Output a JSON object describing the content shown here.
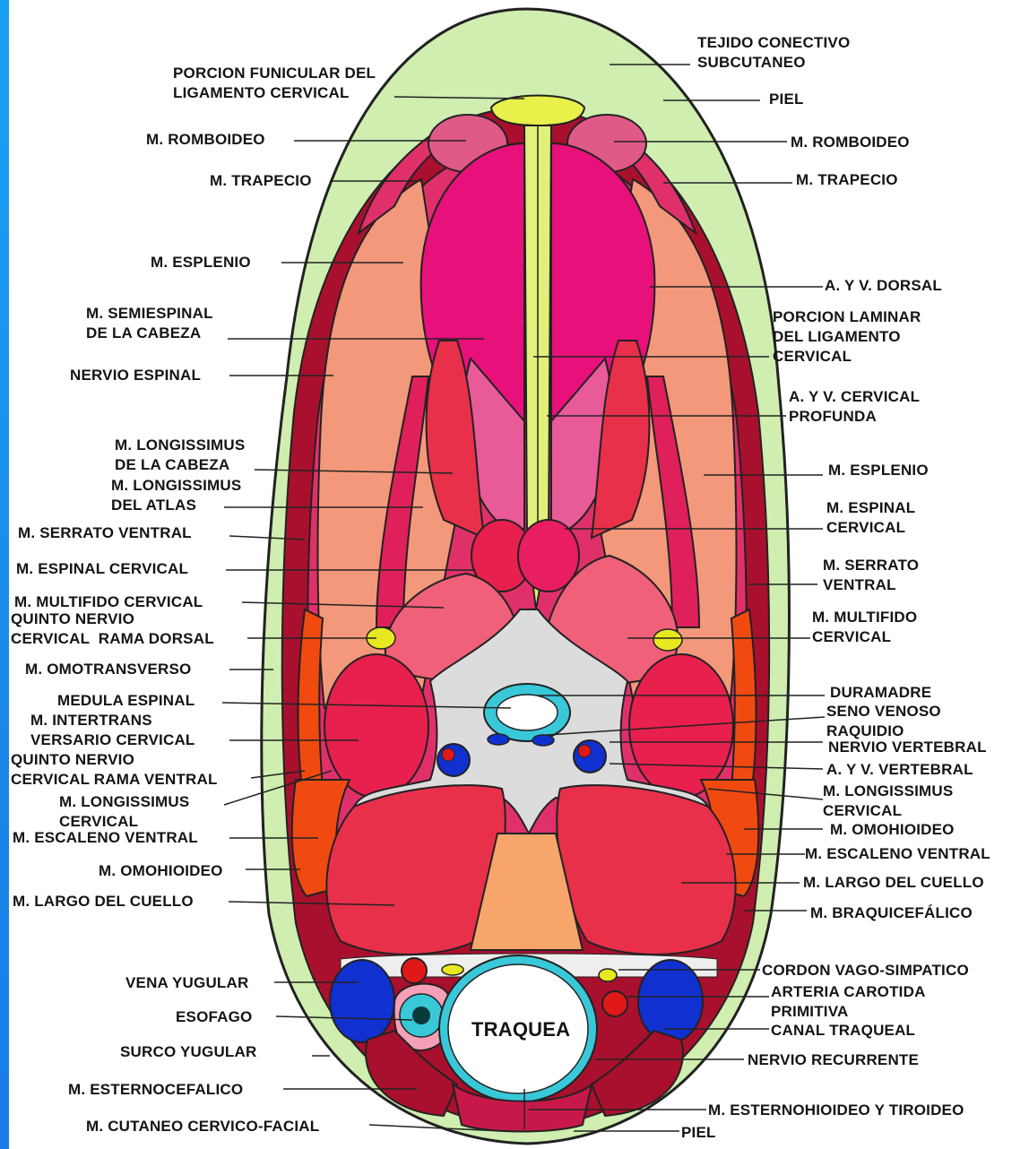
{
  "colors": {
    "sidebar": "#1a8fea",
    "connective": "#cfeeb0",
    "ligament": "#e8f04a",
    "muscle_pink": "#e0498c",
    "muscle_red": "#e8204e",
    "muscle_salmon": "#f3987a",
    "muscle_dark": "#a8102e",
    "muscle_orange": "#f04a10",
    "vertebra": "#dcdcdc",
    "vein": "#1030d0",
    "artery": "#e01818",
    "trachea": "#39c8d8"
  },
  "labels": {
    "l1a": "TEJIDO CONECTIVO",
    "l1b": "SUBCUTANEO",
    "l2a": "PORCION FUNICULAR DEL",
    "l2b": "LIGAMENTO CERVICAL",
    "l3": "PIEL",
    "l4": "M. ROMBOIDEO",
    "l5": "M. ROMBOIDEO",
    "l6": "M. TRAPECIO",
    "l7": "M. TRAPECIO",
    "l8": "M. ESPLENIO",
    "l9": "A. Y V. DORSAL",
    "l10a": "M. SEMIESPINAL",
    "l10b": "DE LA CABEZA",
    "l11a": "PORCION LAMINAR",
    "l11b": "DEL LIGAMENTO",
    "l11c": "CERVICAL",
    "l12": "NERVIO ESPINAL",
    "l13a": "A. Y V. CERVICAL",
    "l13b": "PROFUNDA",
    "l14a": "M. LONGISSIMUS",
    "l14b": "DE LA CABEZA",
    "l15a": "M. LONGISSIMUS",
    "l15b": "DEL ATLAS",
    "l16": "M. ESPLENIO",
    "l17a": "M. ESPINAL",
    "l17b": "CERVICAL",
    "l18": "M. SERRATO VENTRAL",
    "l19": "M. ESPINAL CERVICAL",
    "l20a": "M. SERRATO",
    "l20b": "VENTRAL",
    "l21": "M. MULTIFIDO CERVICAL",
    "l22a": "QUINTO NERVIO",
    "l22b": "CERVICAL  RAMA DORSAL",
    "l23a": "M. MULTIFIDO",
    "l23b": "CERVICAL",
    "l24": "M. OMOTRANSVERSO",
    "l25": "DURAMADRE",
    "l26": "MEDULA ESPINAL",
    "l27a": "SENO VENOSO",
    "l27b": "RAQUIDIO",
    "l28a": "M. INTERTRANS",
    "l28b": "VERSARIO CERVICAL",
    "l29": "NERVIO VERTEBRAL",
    "l30a": "QUINTO NERVIO",
    "l30b": "CERVICAL RAMA VENTRAL",
    "l31": "A. Y V. VERTEBRAL",
    "l32a": "M. LONGISSIMUS",
    "l32b": "CERVICAL",
    "l33a": "M. LONGISSIMUS",
    "l33b": "CERVICAL",
    "l34": "M. OMOHIOIDEO",
    "l35": "M. ESCALENO VENTRAL",
    "l36": "M. ESCALENO VENTRAL",
    "l37": "M. OMOHIOIDEO",
    "l38": "M. LARGO DEL CUELLO",
    "l39": "M. LARGO DEL CUELLO",
    "l40": "M. BRAQUICEFÁLICO",
    "l41": "CORDON VAGO-SIMPATICO",
    "l42": "VENA YUGULAR",
    "l43a": "ARTERIA CAROTIDA",
    "l43b": "PRIMITIVA",
    "l44": "ESOFAGO",
    "l45": "TRAQUEA",
    "l46": "CANAL TRAQUEAL",
    "l47": "SURCO YUGULAR",
    "l48": "NERVIO RECURRENTE",
    "l49": "M. ESTERNOCEFALICO",
    "l50": "M. ESTERNOHIOIDEO Y TIROIDEO",
    "l51": "M. CUTANEO CERVICO-FACIAL",
    "l52": "PIEL"
  }
}
